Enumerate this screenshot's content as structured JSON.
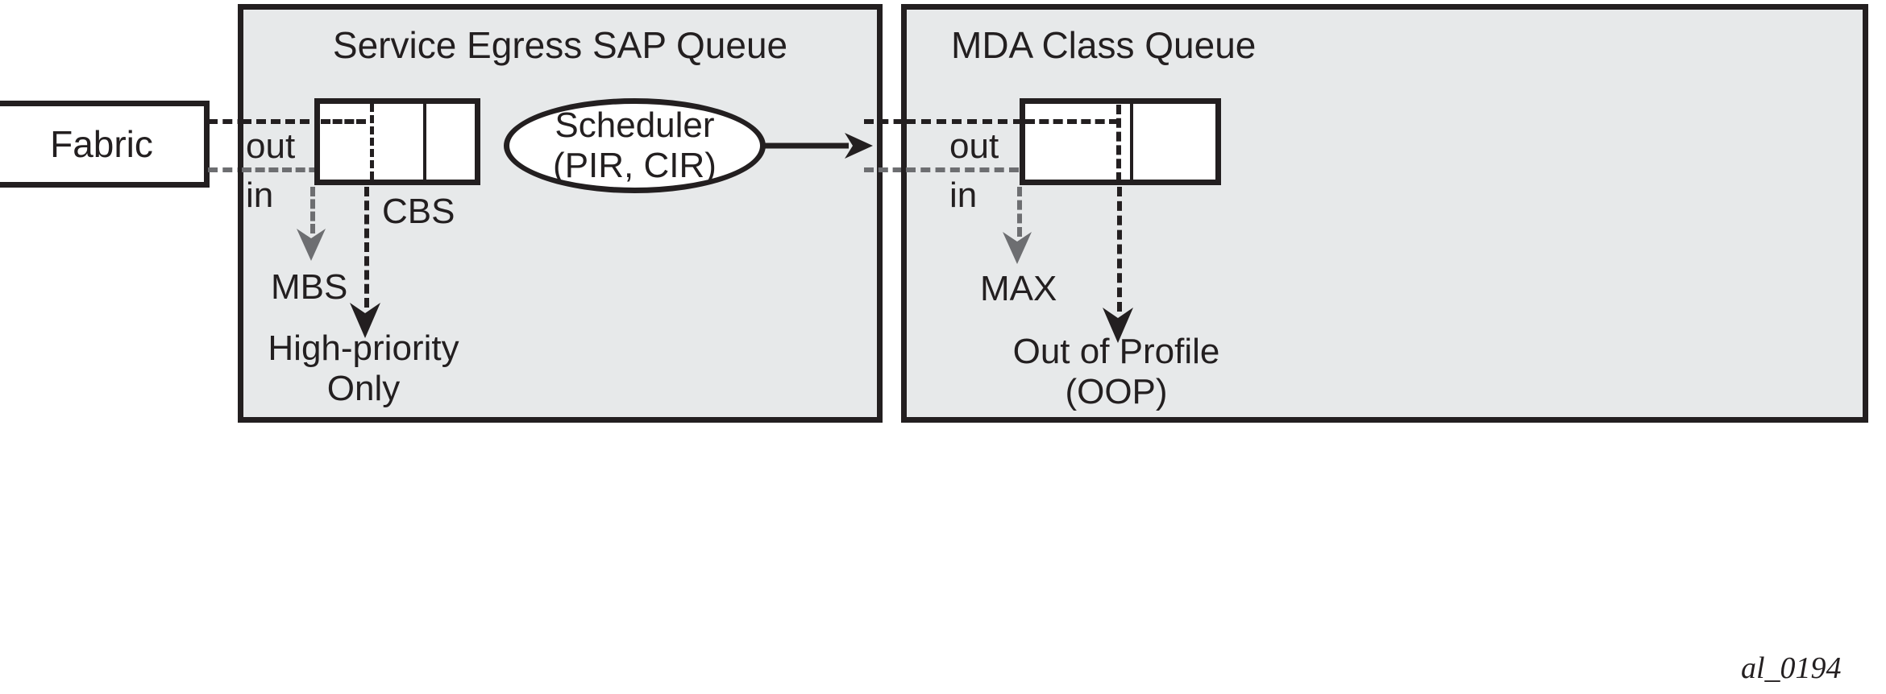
{
  "diagram": {
    "caption": "al_0194",
    "colors": {
      "panel_fill": "#e7e9ea",
      "stroke": "#231f20",
      "gray_stroke": "#6d6e71",
      "box_fill": "#ffffff",
      "page_background": "#ffffff"
    }
  },
  "fabric": {
    "label": "Fabric"
  },
  "sap_panel": {
    "title": "Service Egress SAP Queue",
    "port_out_label": "out",
    "port_in_label": "in",
    "queue_cells": 3,
    "cbs_label": "CBS",
    "mbs_label": "MBS",
    "highpriority_label_line1": "High-priority",
    "highpriority_label_line2": "Only"
  },
  "scheduler": {
    "line1": "Scheduler",
    "line2": "(PIR, CIR)"
  },
  "mda_panel": {
    "title": "MDA Class Queue",
    "port_out_label": "out",
    "port_in_label": "in",
    "queue_cells": 2,
    "max_label": "MAX",
    "oop_label_line1": "Out of Profile",
    "oop_label_line2": "(OOP)"
  }
}
